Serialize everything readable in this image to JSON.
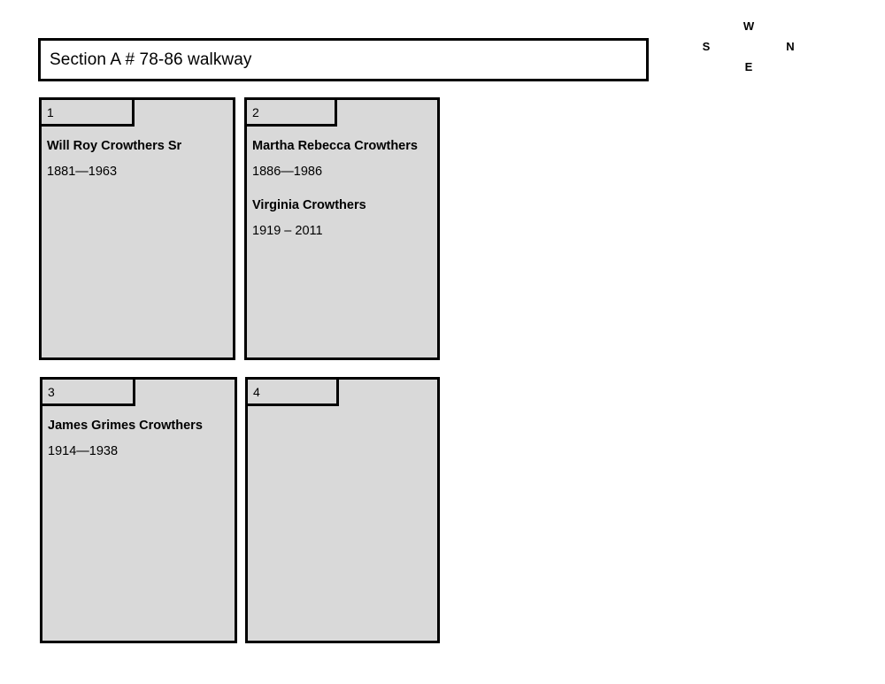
{
  "section": {
    "title": "Section A # 78-86 walkway"
  },
  "compass": {
    "top": "W",
    "left": "S",
    "right": "N",
    "bottom": "E"
  },
  "plots": [
    {
      "number": "1",
      "entries": [
        {
          "name": "Will Roy Crowthers Sr",
          "dates": "1881—1963"
        }
      ]
    },
    {
      "number": "2",
      "entries": [
        {
          "name": "Martha Rebecca Crowthers",
          "dates": "1886—1986"
        },
        {
          "name": "Virginia Crowthers",
          "dates": "1919 – 2011"
        }
      ]
    },
    {
      "number": "3",
      "entries": [
        {
          "name": "James Grimes Crowthers",
          "dates": "1914—1938"
        }
      ]
    },
    {
      "number": "4",
      "entries": []
    }
  ],
  "colors": {
    "plot_fill": "#d9d9d9",
    "border": "#000000",
    "page_background": "#ffffff",
    "title_fill": "#ffffff"
  }
}
